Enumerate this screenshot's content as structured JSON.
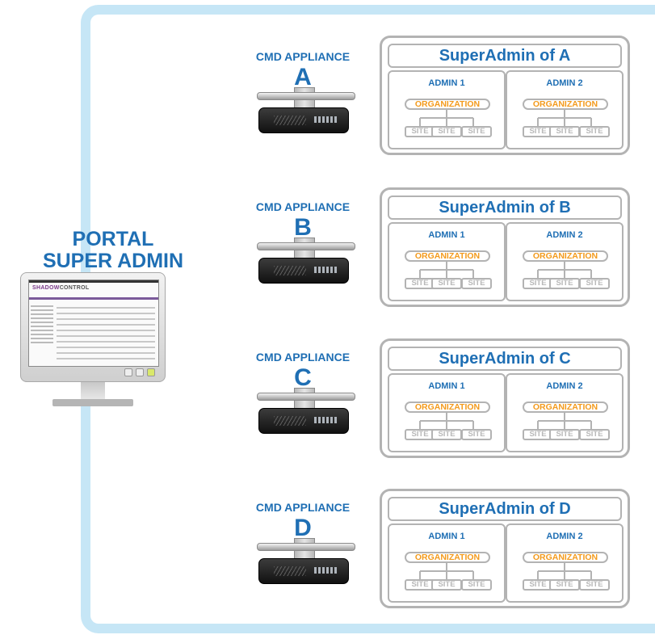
{
  "portal": {
    "title_line1": "PORTAL",
    "title_line2": "SUPER ADMIN",
    "screen_logo_a": "SHADOW",
    "screen_logo_b": "CONTROL"
  },
  "appliances": [
    {
      "label": "CMD APPLIANCE",
      "letter": "A",
      "superadmin_title": "SuperAdmin of A",
      "admins": [
        {
          "title": "ADMIN 1",
          "organization": "ORGANIZATION",
          "sites": [
            "SITE",
            "SITE",
            "SITE"
          ]
        },
        {
          "title": "ADMIN 2",
          "organization": "ORGANIZATION",
          "sites": [
            "SITE",
            "SITE",
            "SITE"
          ]
        }
      ]
    },
    {
      "label": "CMD APPLIANCE",
      "letter": "B",
      "superadmin_title": "SuperAdmin of B",
      "admins": [
        {
          "title": "ADMIN 1",
          "organization": "ORGANIZATION",
          "sites": [
            "SITE",
            "SITE",
            "SITE"
          ]
        },
        {
          "title": "ADMIN 2",
          "organization": "ORGANIZATION",
          "sites": [
            "SITE",
            "SITE",
            "SITE"
          ]
        }
      ]
    },
    {
      "label": "CMD APPLIANCE",
      "letter": "C",
      "superadmin_title": "SuperAdmin of C",
      "admins": [
        {
          "title": "ADMIN 1",
          "organization": "ORGANIZATION",
          "sites": [
            "SITE",
            "SITE",
            "SITE"
          ]
        },
        {
          "title": "ADMIN 2",
          "organization": "ORGANIZATION",
          "sites": [
            "SITE",
            "SITE",
            "SITE"
          ]
        }
      ]
    },
    {
      "label": "CMD APPLIANCE",
      "letter": "D",
      "superadmin_title": "SuperAdmin of D",
      "admins": [
        {
          "title": "ADMIN 1",
          "organization": "ORGANIZATION",
          "sites": [
            "SITE",
            "SITE",
            "SITE"
          ]
        },
        {
          "title": "ADMIN 2",
          "organization": "ORGANIZATION",
          "sites": [
            "SITE",
            "SITE",
            "SITE"
          ]
        }
      ]
    }
  ],
  "colors": {
    "title_blue": "#1f6fb4",
    "org_orange": "#f39a1c",
    "frame_light_blue": "#c6e6f6",
    "box_grey": "#b3b3b3",
    "site_text_grey": "#b8b8b8"
  }
}
